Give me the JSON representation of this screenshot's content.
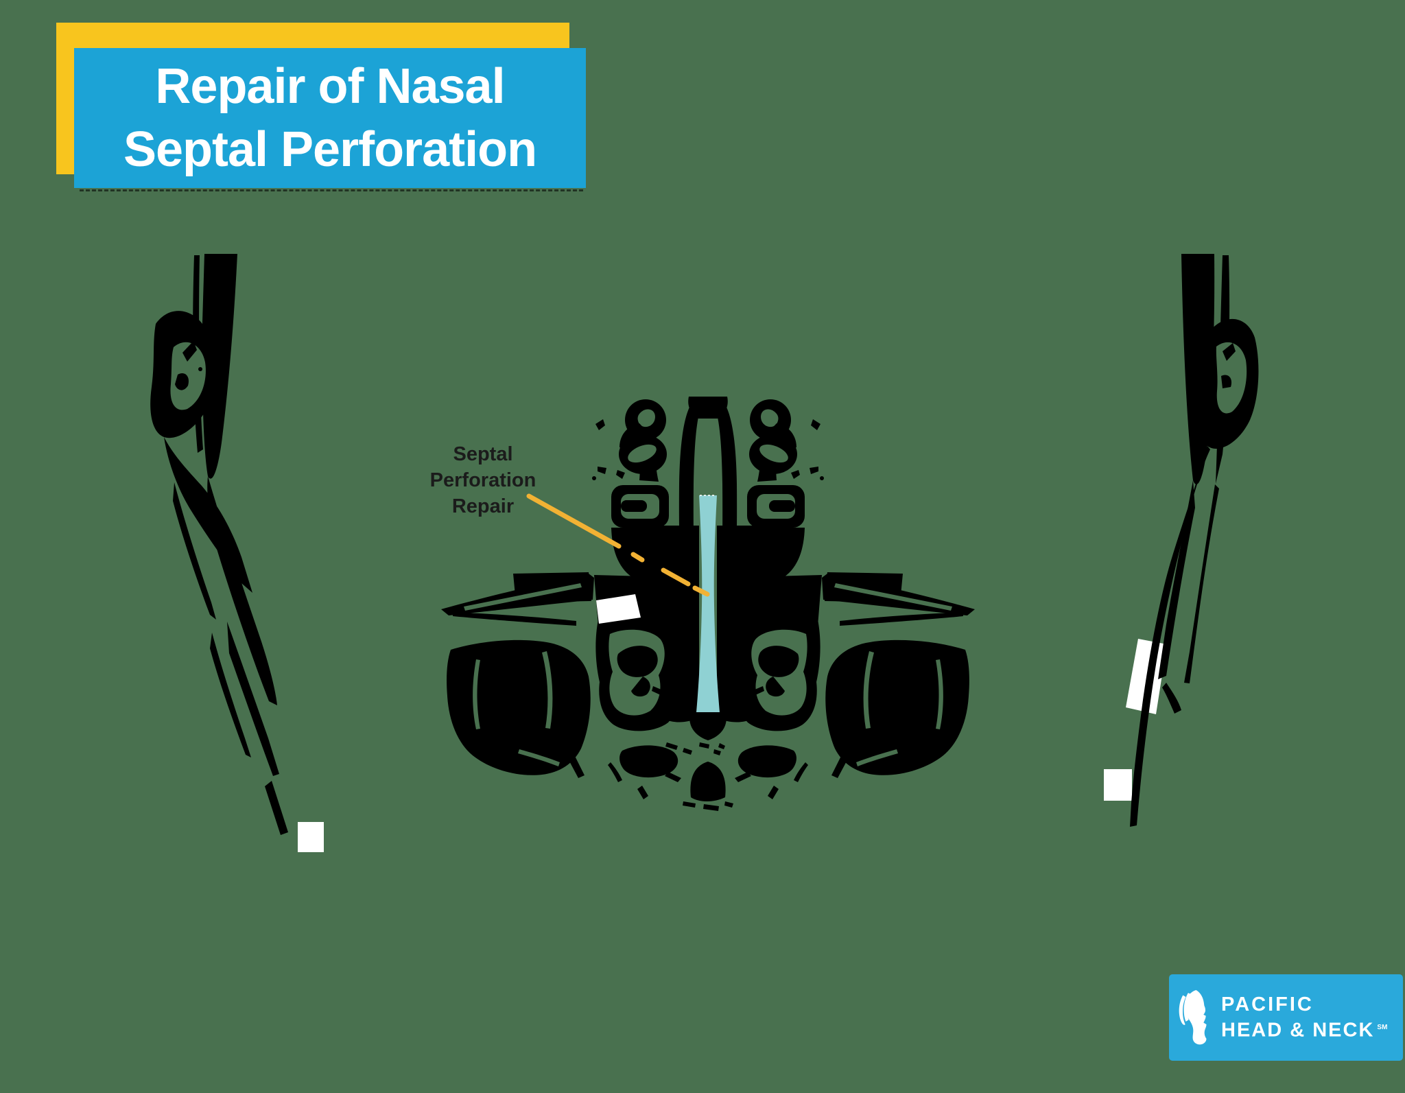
{
  "title": {
    "line1": "Repair of Nasal",
    "line2": "Septal Perforation"
  },
  "annotation": {
    "line1": "Septal",
    "line2": "Perforation",
    "line3": "Repair"
  },
  "logo": {
    "line1": "PACIFIC",
    "line2": "HEAD & NECK",
    "service_mark": "SM",
    "icon": "face-profile-icon"
  },
  "figures": {
    "center": "coronal-nasal-cross-section-illustration",
    "center_graft": "septal-perforation-repair-graft-strip",
    "left": "lateral-septum-silhouette-left",
    "right": "lateral-septum-silhouette-right",
    "graft_patches": "white-graft-patch-markers"
  },
  "colors": {
    "background": "#49714F",
    "banner_yellow": "#F8C51E",
    "banner_blue": "#1CA3D6",
    "artwork_black": "#000000",
    "graft_teal": "#8FD1D3",
    "pointer_yellow": "#F2B234",
    "label_text": "#1B1B1B",
    "logo_blue": "#2AA9DB",
    "patch_white": "#FFFFFF"
  }
}
